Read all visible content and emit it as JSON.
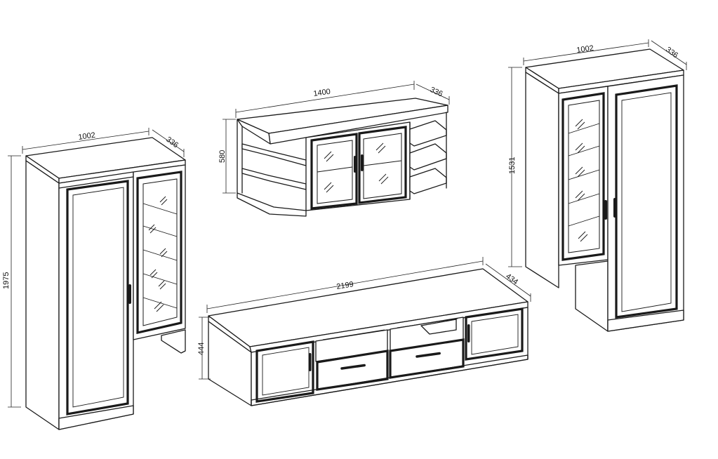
{
  "dimensions": {
    "left_cabinet": {
      "width": "1002",
      "depth": "336",
      "height": "1975"
    },
    "wall_unit": {
      "width": "1400",
      "depth": "336",
      "height": "580"
    },
    "right_cabinet": {
      "width": "1002",
      "depth": "336",
      "height": "1531"
    },
    "tv_stand": {
      "width": "2199",
      "depth": "434",
      "height": "444"
    }
  },
  "colors": {
    "line": "#1a1a1a",
    "background": "#ffffff"
  }
}
